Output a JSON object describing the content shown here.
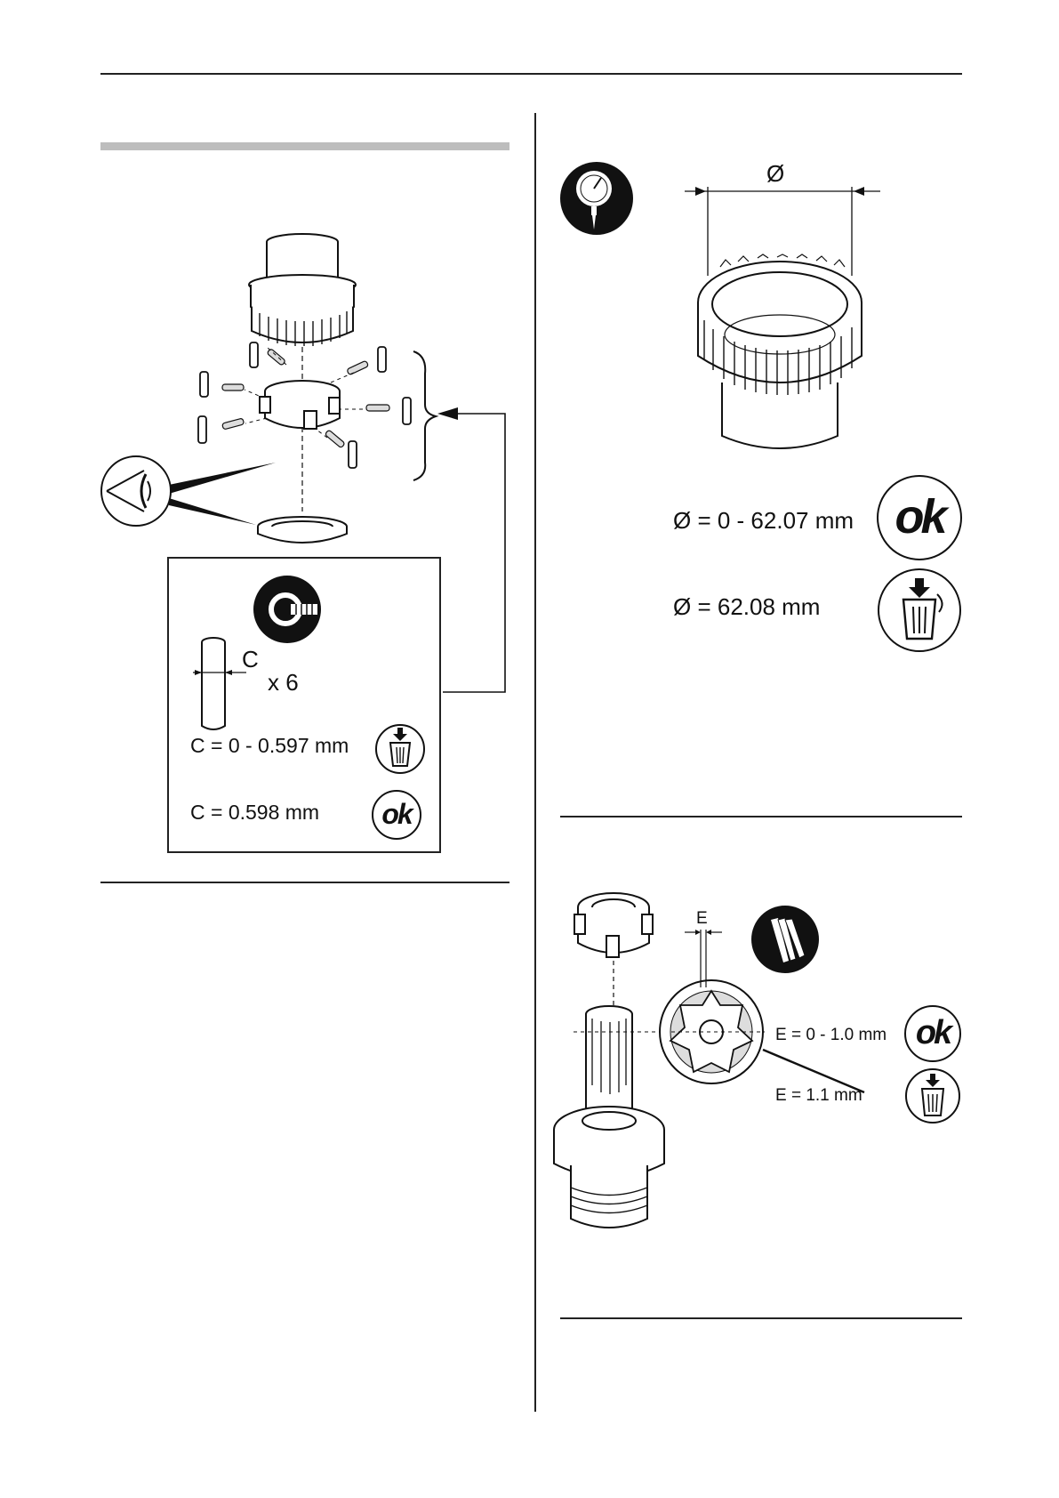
{
  "left": {
    "pin_check": {
      "dimension_letter": "C",
      "quantity": "x 6",
      "row_reject": "C = 0 - 0.597 mm",
      "row_ok": "C = 0.598 mm",
      "ok_badge": "ok"
    }
  },
  "right": {
    "diameter_check": {
      "symbol": "Ø",
      "row_ok": "Ø = 0 - 62.07 mm",
      "row_reject": "Ø = 62.08 mm",
      "ok_badge": "ok"
    },
    "clearance_check": {
      "dimension_letter": "E",
      "row_ok": "E = 0 - 1.0 mm",
      "row_reject": "E = 1.1 mm",
      "ok_badge": "ok"
    }
  },
  "icons": {
    "eye": "eye-icon",
    "micrometer": "micrometer-icon",
    "dial_gauge": "dial-gauge-icon",
    "feeler_gauge": "feeler-gauge-icon",
    "trash": "trash-can-icon",
    "ok": "ok-icon"
  },
  "colors": {
    "ink": "#111111",
    "rule": "#222222",
    "bar": "#bdbdbd"
  }
}
